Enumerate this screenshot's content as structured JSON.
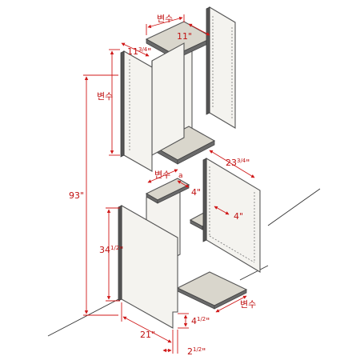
{
  "labels": {
    "top_variable": "변수",
    "top_width": "11\"",
    "top_depth": "11",
    "top_depth_frac": "3/4",
    "top_depth_unit": "\"",
    "upper_height_variable": "변수",
    "total_height": "93\"",
    "mid_variable": "변수",
    "mid_marker": "a",
    "mid_depth": "23",
    "mid_depth_frac": "3/4",
    "mid_depth_unit": "\"",
    "shelf_depth_left": "4\"",
    "shelf_depth_right": "4\"",
    "lower_height": "34",
    "lower_height_frac": "1/2",
    "lower_height_unit": "\"",
    "base_width": "21\"",
    "toe_height": "4",
    "toe_height_frac": "1/2",
    "toe_height_unit": "\"",
    "toe_depth": "2",
    "toe_depth_frac": "1/2",
    "toe_depth_unit": "\"",
    "bottom_variable": "변수"
  }
}
